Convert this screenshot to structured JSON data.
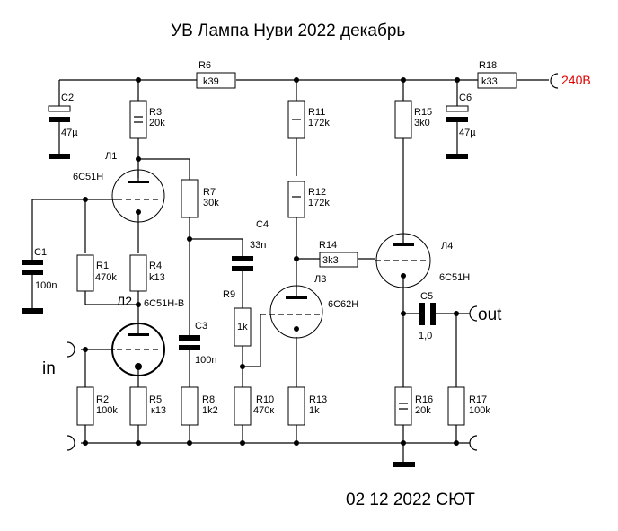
{
  "title": "УВ Лампа Нуви 2022 декабрь",
  "footer": "02 12 2022 СЮТ",
  "supply_label": "240В",
  "supply_color": "#e00000",
  "input_label": "in",
  "output_label": "out",
  "resistors": {
    "R1": {
      "name": "R1",
      "value": "470k"
    },
    "R2": {
      "name": "R2",
      "value": "100k"
    },
    "R3": {
      "name": "R3",
      "value": "20k"
    },
    "R4": {
      "name": "R4",
      "value": "k13"
    },
    "R5": {
      "name": "R5",
      "value": "к13"
    },
    "R6": {
      "name": "R6",
      "value": "k39"
    },
    "R7": {
      "name": "R7",
      "value": "30k"
    },
    "R8": {
      "name": "R8",
      "value": "1k2"
    },
    "R9": {
      "name": "R9",
      "value": "1k"
    },
    "R10": {
      "name": "R10",
      "value": "470к"
    },
    "R11": {
      "name": "R11",
      "value": "172k"
    },
    "R12": {
      "name": "R12",
      "value": "172k"
    },
    "R13": {
      "name": "R13",
      "value": "1k"
    },
    "R14": {
      "name": "R14",
      "value": "3k3"
    },
    "R15": {
      "name": "R15",
      "value": "3k0"
    },
    "R16": {
      "name": "R16",
      "value": "20k"
    },
    "R17": {
      "name": "R17",
      "value": "100k"
    },
    "R18": {
      "name": "R18",
      "value": "k33"
    }
  },
  "capacitors": {
    "C1": {
      "name": "C1",
      "value": "100n"
    },
    "C2": {
      "name": "C2",
      "value": "47µ"
    },
    "C3": {
      "name": "C3",
      "value": "100n"
    },
    "C4": {
      "name": "C4",
      "value": "33n"
    },
    "C5": {
      "name": "C5",
      "value": "1,0"
    },
    "C6": {
      "name": "C6",
      "value": "47µ"
    }
  },
  "tubes": {
    "L1": {
      "name": "Л1",
      "type": "6С51Н"
    },
    "L2": {
      "name": "Л2",
      "type": "6С51Н-В"
    },
    "L3": {
      "name": "Л3",
      "type": "6С62Н"
    },
    "L4": {
      "name": "Л4",
      "type": "6С51Н"
    }
  }
}
